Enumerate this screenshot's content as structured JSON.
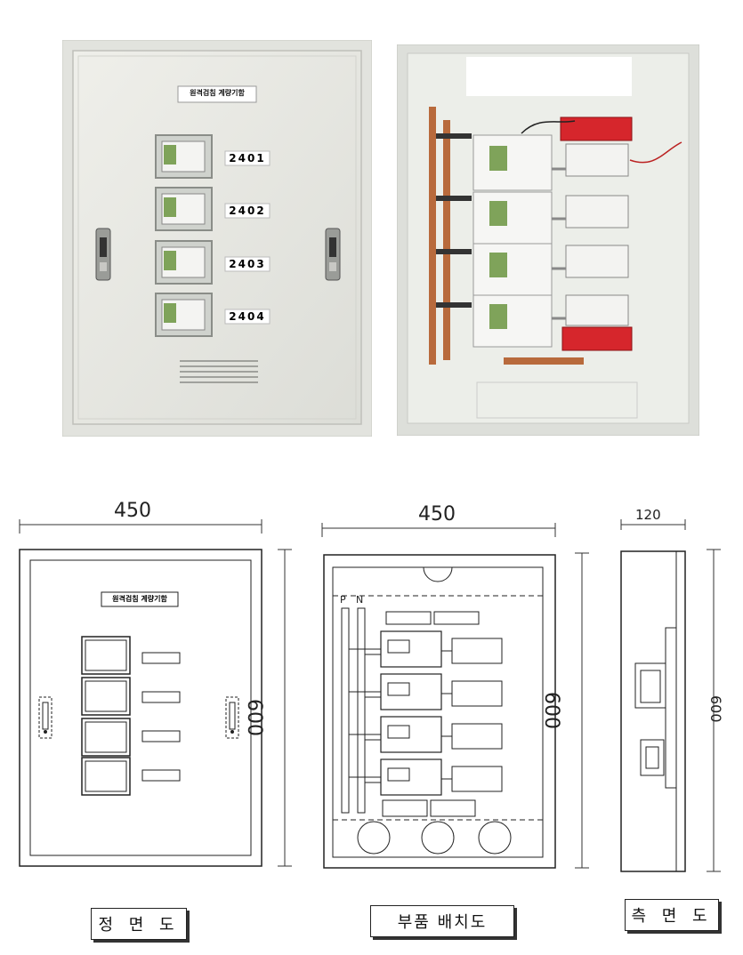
{
  "front_photo": {
    "label": "원격검침 계량기함",
    "meters": [
      "2401",
      "2402",
      "2403",
      "2404"
    ]
  },
  "inside_photo": {},
  "front_drawing": {
    "label": "원격검침 계량기함",
    "width_dim": "450",
    "height_dim": "600",
    "caption": "정 면 도"
  },
  "layout_drawing": {
    "width_dim": "450",
    "height_dim": "600",
    "bus_labels": [
      "P",
      "N"
    ],
    "caption": "부품 배치도"
  },
  "side_drawing": {
    "depth_dim": "120",
    "height_dim": "600",
    "caption": "측 면 도"
  },
  "colors": {
    "panel": "#e7e8e3",
    "breaker_red": "#d6262c",
    "copper": "#b86a3c",
    "lcd": "#7fa35a"
  }
}
